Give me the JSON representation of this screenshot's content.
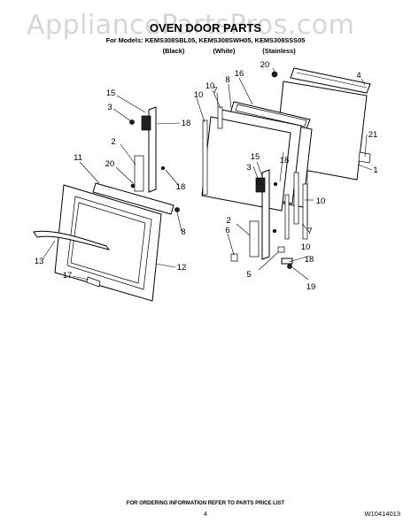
{
  "watermark": "AppliancePartsPros.com",
  "header": {
    "title": "OVEN DOOR PARTS",
    "models": "For Models: KEMS308SBL05, KEMS308SWH05, KEMS308SSS05",
    "variants": [
      "(Black)",
      "(White)",
      "(Stainless)"
    ]
  },
  "callouts": {
    "c1": "1",
    "c2a": "2",
    "c2b": "2",
    "c3a": "3",
    "c3b": "3",
    "c4": "4",
    "c5": "5",
    "c6": "6",
    "c7a": "7",
    "c7b": "7",
    "c8a": "8",
    "c8b": "8",
    "c10a": "10",
    "c10b": "10",
    "c10c": "10",
    "c10d": "10",
    "c11": "11",
    "c12": "12",
    "c13": "13",
    "c15a": "15",
    "c15b": "15",
    "c16": "16",
    "c17": "17",
    "c18a": "18",
    "c18b": "18",
    "c18c": "18",
    "c18d": "18",
    "c19": "19",
    "c20a": "20",
    "c20b": "20",
    "c21": "21"
  },
  "footer": {
    "ordering": "FOR ORDERING INFORMATION REFER TO PARTS PRICE LIST",
    "page": "4",
    "doc": "W10414013"
  }
}
